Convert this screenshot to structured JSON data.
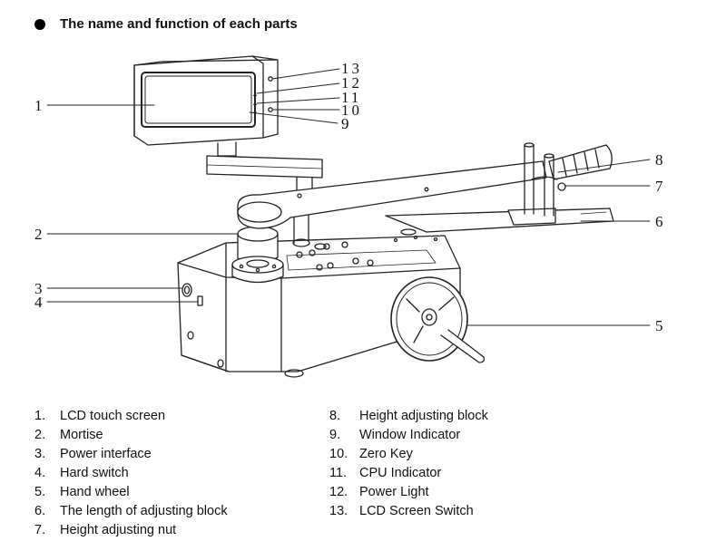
{
  "heading": {
    "title": "The name and function of each parts"
  },
  "callouts": [
    "1",
    "2",
    "3",
    "4",
    "5",
    "6",
    "7",
    "8",
    "9",
    "10",
    "11",
    "12",
    "13"
  ],
  "legend_left": [
    {
      "num": "1.",
      "label": "LCD touch screen"
    },
    {
      "num": "2.",
      "label": "Mortise"
    },
    {
      "num": "3.",
      "label": "Power interface"
    },
    {
      "num": "4.",
      "label": "Hard switch"
    },
    {
      "num": "5.",
      "label": "Hand wheel"
    },
    {
      "num": "6.",
      "label": "The length of adjusting block"
    },
    {
      "num": "7.",
      "label": "Height adjusting nut"
    }
  ],
  "legend_right": [
    {
      "num": "8.",
      "label": "Height adjusting block"
    },
    {
      "num": "9.",
      "label": "Window Indicator"
    },
    {
      "num": "10.",
      "label": "Zero Key"
    },
    {
      "num": "11.",
      "label": "CPU Indicator"
    },
    {
      "num": "12.",
      "label": "Power Light"
    },
    {
      "num": "13.",
      "label": "LCD Screen Switch"
    }
  ]
}
